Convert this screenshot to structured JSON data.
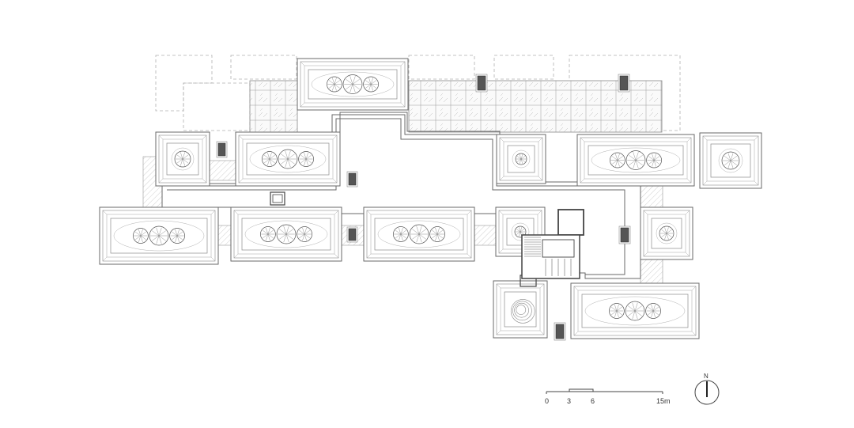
{
  "plan": {
    "scale_bar": {
      "ticks": [
        "0",
        "3",
        "6",
        "15m"
      ]
    },
    "north": {
      "label": "N"
    }
  },
  "colors": {
    "line": "#555555",
    "light_line": "#9a9a9a",
    "dashed": "#b0b0b0",
    "hatch": "#c8c8c8",
    "vent": "#555555"
  }
}
